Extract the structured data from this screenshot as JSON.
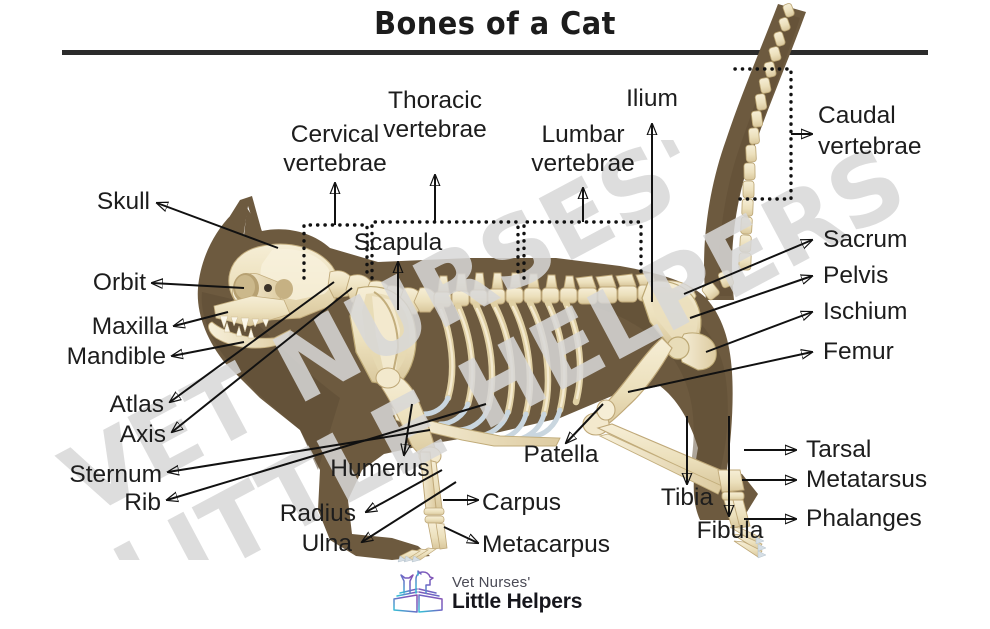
{
  "title": "Bones of a Cat",
  "watermark": {
    "line1": "VET NURSES'",
    "line2": "LITTLE HELPERS"
  },
  "logo": {
    "top": "Vet Nurses'",
    "bottom": "Little Helpers",
    "icon": "open-book-with-cat-and-dog-icon"
  },
  "colors": {
    "background": "#ffffff",
    "title_text": "#1c1c1c",
    "rule": "#2b2b2b",
    "label_text": "#1d1d1d",
    "leader_line": "#111111",
    "body_silhouette": "#6d5a3f",
    "body_shadow": "#5b4a33",
    "bone_light": "#f3e9cd",
    "bone_mid": "#e3d3a8",
    "bone_dark": "#c9b храм"
  },
  "labels": [
    {
      "id": "skull",
      "text": "Skull"
    },
    {
      "id": "orbit",
      "text": "Orbit"
    },
    {
      "id": "maxilla",
      "text": "Maxilla"
    },
    {
      "id": "mandible",
      "text": "Mandible"
    },
    {
      "id": "atlas",
      "text": "Atlas"
    },
    {
      "id": "axis",
      "text": "Axis"
    },
    {
      "id": "sternum",
      "text": "Sternum"
    },
    {
      "id": "rib",
      "text": "Rib"
    },
    {
      "id": "cervical_l1",
      "text": "Cervical"
    },
    {
      "id": "cervical_l2",
      "text": "vertebrae"
    },
    {
      "id": "thoracic_l1",
      "text": "Thoracic"
    },
    {
      "id": "thoracic_l2",
      "text": "vertebrae"
    },
    {
      "id": "lumbar_l1",
      "text": "Lumbar"
    },
    {
      "id": "lumbar_l2",
      "text": "vertebrae"
    },
    {
      "id": "ilium",
      "text": "Ilium"
    },
    {
      "id": "caudal_l1",
      "text": "Caudal"
    },
    {
      "id": "caudal_l2",
      "text": "vertebrae"
    },
    {
      "id": "scapula",
      "text": "Scapula"
    },
    {
      "id": "sacrum",
      "text": "Sacrum"
    },
    {
      "id": "pelvis",
      "text": "Pelvis"
    },
    {
      "id": "ischium",
      "text": "Ischium"
    },
    {
      "id": "femur",
      "text": "Femur"
    },
    {
      "id": "tarsal",
      "text": "Tarsal"
    },
    {
      "id": "metatarsus",
      "text": "Metatarsus"
    },
    {
      "id": "phalanges",
      "text": "Phalanges"
    },
    {
      "id": "humerus",
      "text": "Humerus"
    },
    {
      "id": "radius",
      "text": "Radius"
    },
    {
      "id": "ulna",
      "text": "Ulna"
    },
    {
      "id": "carpus",
      "text": "Carpus"
    },
    {
      "id": "metacarpus",
      "text": "Metacarpus"
    },
    {
      "id": "patella",
      "text": "Patella"
    },
    {
      "id": "tibia",
      "text": "Tibia"
    },
    {
      "id": "fibula",
      "text": "Fibula"
    }
  ],
  "diagram": {
    "type": "anatomical-illustration",
    "subject": "domestic cat skeleton, lateral view, facing left",
    "bone_groups": [
      "skull",
      "cervical vertebrae",
      "thoracic vertebrae",
      "lumbar vertebrae",
      "sacrum",
      "caudal vertebrae",
      "scapula",
      "ribs",
      "sternum",
      "humerus",
      "radius",
      "ulna",
      "carpus",
      "metacarpus",
      "pelvis",
      "ilium",
      "ischium",
      "femur",
      "patella",
      "tibia",
      "fibula",
      "tarsal",
      "metatarsus",
      "phalanges"
    ]
  }
}
